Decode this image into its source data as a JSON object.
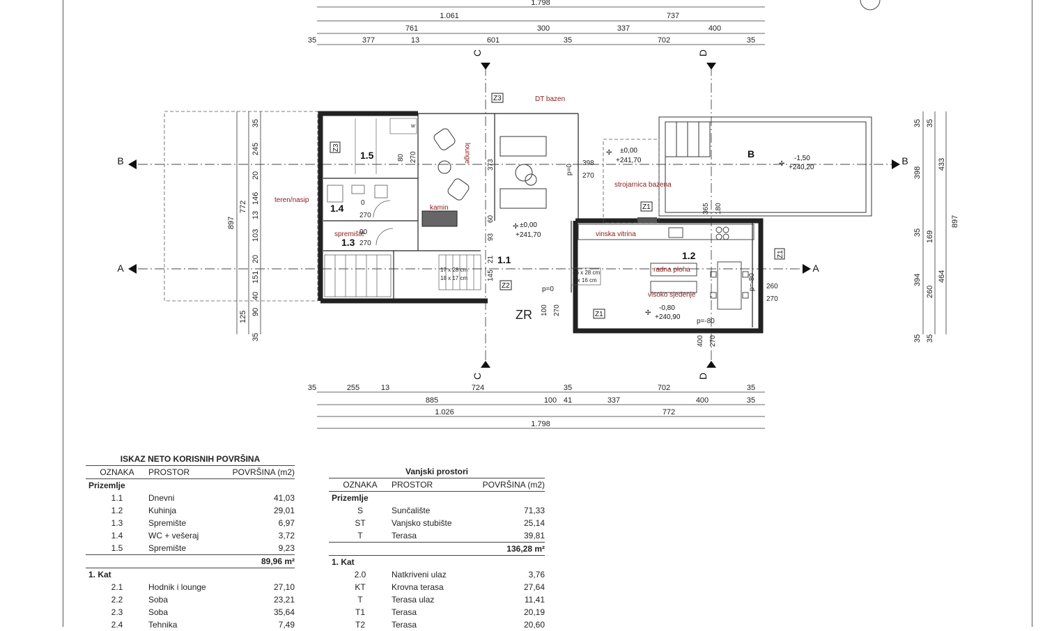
{
  "plan": {
    "dims_top": [
      [
        "1.798"
      ],
      [
        "1.061",
        "737"
      ],
      [
        "761",
        "300",
        "337",
        "400"
      ],
      [
        "35",
        "377",
        "13",
        "601",
        "35",
        "702",
        "35"
      ]
    ],
    "dims_bottom": [
      [
        "35",
        "255",
        "13",
        "724",
        "35",
        "702",
        "35"
      ],
      [
        "885",
        "100",
        "41",
        "337",
        "400",
        "35"
      ],
      [
        "1.026",
        "772"
      ],
      [
        "1.798"
      ]
    ],
    "dims_left": [
      "35",
      "245",
      "20",
      "146",
      "13",
      "103",
      "20",
      "151",
      "40",
      "90",
      "125",
      "35",
      "897",
      "772"
    ],
    "dims_right": [
      "35",
      "35",
      "398",
      "433",
      "35",
      "169",
      "394",
      "260",
      "464",
      "35",
      "35",
      "897"
    ],
    "section_marks": [
      "B",
      "B",
      "A",
      "A",
      "C",
      "C",
      "D",
      "D"
    ],
    "rooms": {
      "r15": "1.5",
      "r14": "1.4",
      "r13": "1.3",
      "r11": "1.1",
      "r12": "1.2",
      "rB": "B",
      "teren": "teren/nasip",
      "lounge": "lounge",
      "kamin": "kamin",
      "spremiste": "spremište",
      "dt_bazen": "DT bazen",
      "strojarnica": "strojarnica bazena",
      "vinska": "vinska vitrina",
      "radna": "radna ploha",
      "visoko": "visoko sjedenje",
      "zr": "ZR"
    },
    "tags": [
      "Z3",
      "Z3",
      "Z1",
      "Z1",
      "Z1",
      "Z2"
    ],
    "levels": {
      "l1a": "±0,00",
      "l1b": "+241,70",
      "l2a": "±0,00",
      "l2b": "+241,70",
      "l3a": "-1,50",
      "l3b": "+240,20",
      "l4a": "-0,80",
      "l4b": "+240,90"
    },
    "small_labels": {
      "s80": "80",
      "s270a": "270",
      "s0": "0",
      "s270b": "270",
      "s90": "90",
      "s270c": "270",
      "s373": "373",
      "s60": "60",
      "s93": "93",
      "s21": "21",
      "s145": "145",
      "stairA": "17 x 28 cm",
      "stairB": "18 x 17 cm",
      "stairC": "46 x 28 cm",
      "stairD": "6 x 16 cm",
      "p0a": "p=0",
      "s398": "398",
      "s270d": "270",
      "p0b": "p=0",
      "s100": "100",
      "s270e": "270",
      "s365": "365",
      "s180": "180",
      "p80a": "p=-80",
      "s260": "260",
      "s270f": "270",
      "p80b": "p=-80",
      "s400": "400",
      "s270g": "270",
      "w": "w"
    }
  },
  "table1": {
    "title": "ISKAZ NETO KORISNIH POVRŠINA",
    "headers": [
      "OZNAKA",
      "PROSTOR",
      "POVRŠINA (m2)"
    ],
    "sections": [
      {
        "name": "Prizemlje",
        "rows": [
          [
            "1.1",
            "Dnevni",
            "41,03"
          ],
          [
            "1.2",
            "Kuhinja",
            "29,01"
          ],
          [
            "1.3",
            "Spremište",
            "6,97"
          ],
          [
            "1.4",
            "WC + vešeraj",
            "3,72"
          ],
          [
            "1.5",
            "Spremište",
            "9,23"
          ]
        ],
        "total": "89,96 m²"
      },
      {
        "name": "1. Kat",
        "rows": [
          [
            "2.1",
            "Hodnik i lounge",
            "27,10"
          ],
          [
            "2.2",
            "Soba",
            "23,21"
          ],
          [
            "2.3",
            "Soba",
            "35,64"
          ],
          [
            "2.4",
            "Tehnika",
            "7,49"
          ]
        ]
      }
    ]
  },
  "table2": {
    "title": "Vanjski prostori",
    "headers": [
      "OZNAKA",
      "PROSTOR",
      "POVRŠINA (m2)"
    ],
    "sections": [
      {
        "name": "Prizemlje",
        "rows": [
          [
            "S",
            "Sunčalište",
            "71,33"
          ],
          [
            "ST",
            "Vanjsko stubište",
            "25,14"
          ],
          [
            "T",
            "Terasa",
            "39,81"
          ]
        ],
        "total": "136,28 m²"
      },
      {
        "name": "1. Kat",
        "rows": [
          [
            "2.0",
            "Natkriveni ulaz",
            "3,76"
          ],
          [
            "KT",
            "Krovna terasa",
            "27,64"
          ],
          [
            "T",
            "Terasa ulaz",
            "11,41"
          ],
          [
            "T1",
            "Terasa",
            "20,19"
          ],
          [
            "T2",
            "Terasa",
            "20,60"
          ]
        ]
      }
    ]
  }
}
